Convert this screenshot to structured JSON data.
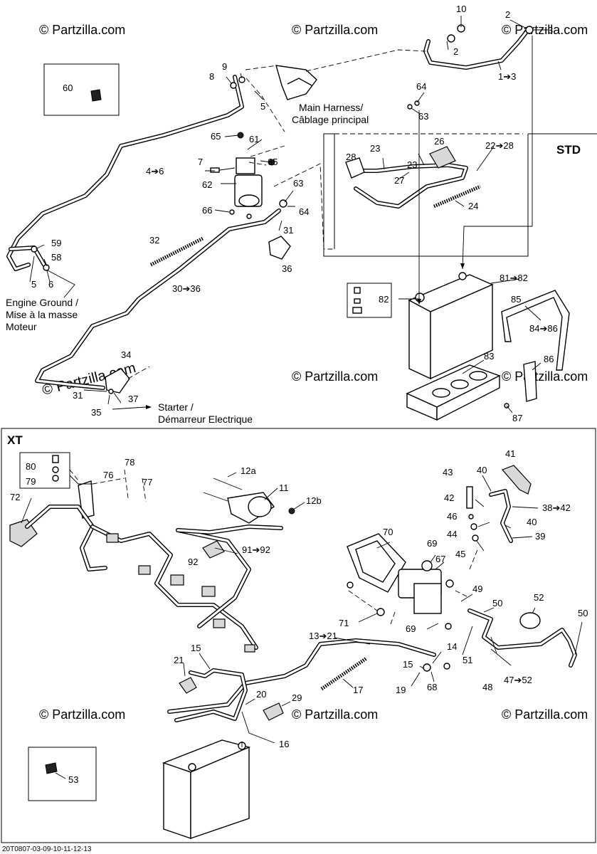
{
  "watermark": "© Partzilla.com",
  "diagram_code": "20T0807-03-09-10-11-12-13",
  "sections": {
    "std": "STD",
    "xt": "XT"
  },
  "notes": {
    "main_harness_en": "Main Harness/",
    "main_harness_fr": "Câblage principal",
    "engine_ground_en": "Engine Ground /",
    "engine_ground_fr": "Mise à la masse",
    "engine_ground_fr2": "Moteur",
    "starter_en": "Starter /",
    "starter_fr": "Démarreur Electrique"
  },
  "callouts": {
    "c10": "10",
    "c2a": "2",
    "c3": "3",
    "c2b": "2",
    "c1_3": "1➔3",
    "c9": "9",
    "c8": "8",
    "c5a": "5",
    "c60": "60",
    "c64a": "64",
    "c63a": "63",
    "c65a": "65",
    "c61": "61",
    "c7": "7",
    "c65b": "65",
    "c62": "62",
    "c4_6": "4➔6",
    "c63b": "63",
    "c64b": "64",
    "c66": "66",
    "c31a": "31",
    "c36a": "36",
    "c32": "32",
    "c30_36": "30➔36",
    "c59": "59",
    "c58": "58",
    "c5b": "5",
    "c6": "6",
    "c34": "34",
    "c31b": "31",
    "c37": "37",
    "c35": "35",
    "c26": "26",
    "c22_28": "22➔28",
    "c28": "28",
    "c23a": "23",
    "c23b": "23",
    "c27": "27",
    "c24": "24",
    "c81_82": "81➔82",
    "c82": "82",
    "c85": "85",
    "c84_86": "84➔86",
    "c83": "83",
    "c86": "86",
    "c87": "87",
    "c80": "80",
    "c79": "79",
    "c76": "76",
    "c78": "78",
    "c77": "77",
    "c72": "72",
    "c12a": "12a",
    "c11": "11",
    "c12b": "12b",
    "c91_92": "91➔92",
    "c92": "92",
    "c41": "41",
    "c43": "43",
    "c40a": "40",
    "c42": "42",
    "c38_42": "38➔42",
    "c46": "46",
    "c40b": "40",
    "c44": "44",
    "c39": "39",
    "c45": "45",
    "c70": "70",
    "c69a": "69",
    "c67": "67",
    "c49": "49",
    "c50a": "50",
    "c52": "52",
    "c50b": "50",
    "c71": "71",
    "c69b": "69",
    "c13_21": "13➔21",
    "c14": "14",
    "c51": "51",
    "c48": "48",
    "c47_52": "47➔52",
    "c15a": "15",
    "c15b": "15",
    "c21": "21",
    "c17": "17",
    "c19": "19",
    "c68": "68",
    "c20": "20",
    "c29": "29",
    "c16": "16",
    "c53": "53"
  }
}
